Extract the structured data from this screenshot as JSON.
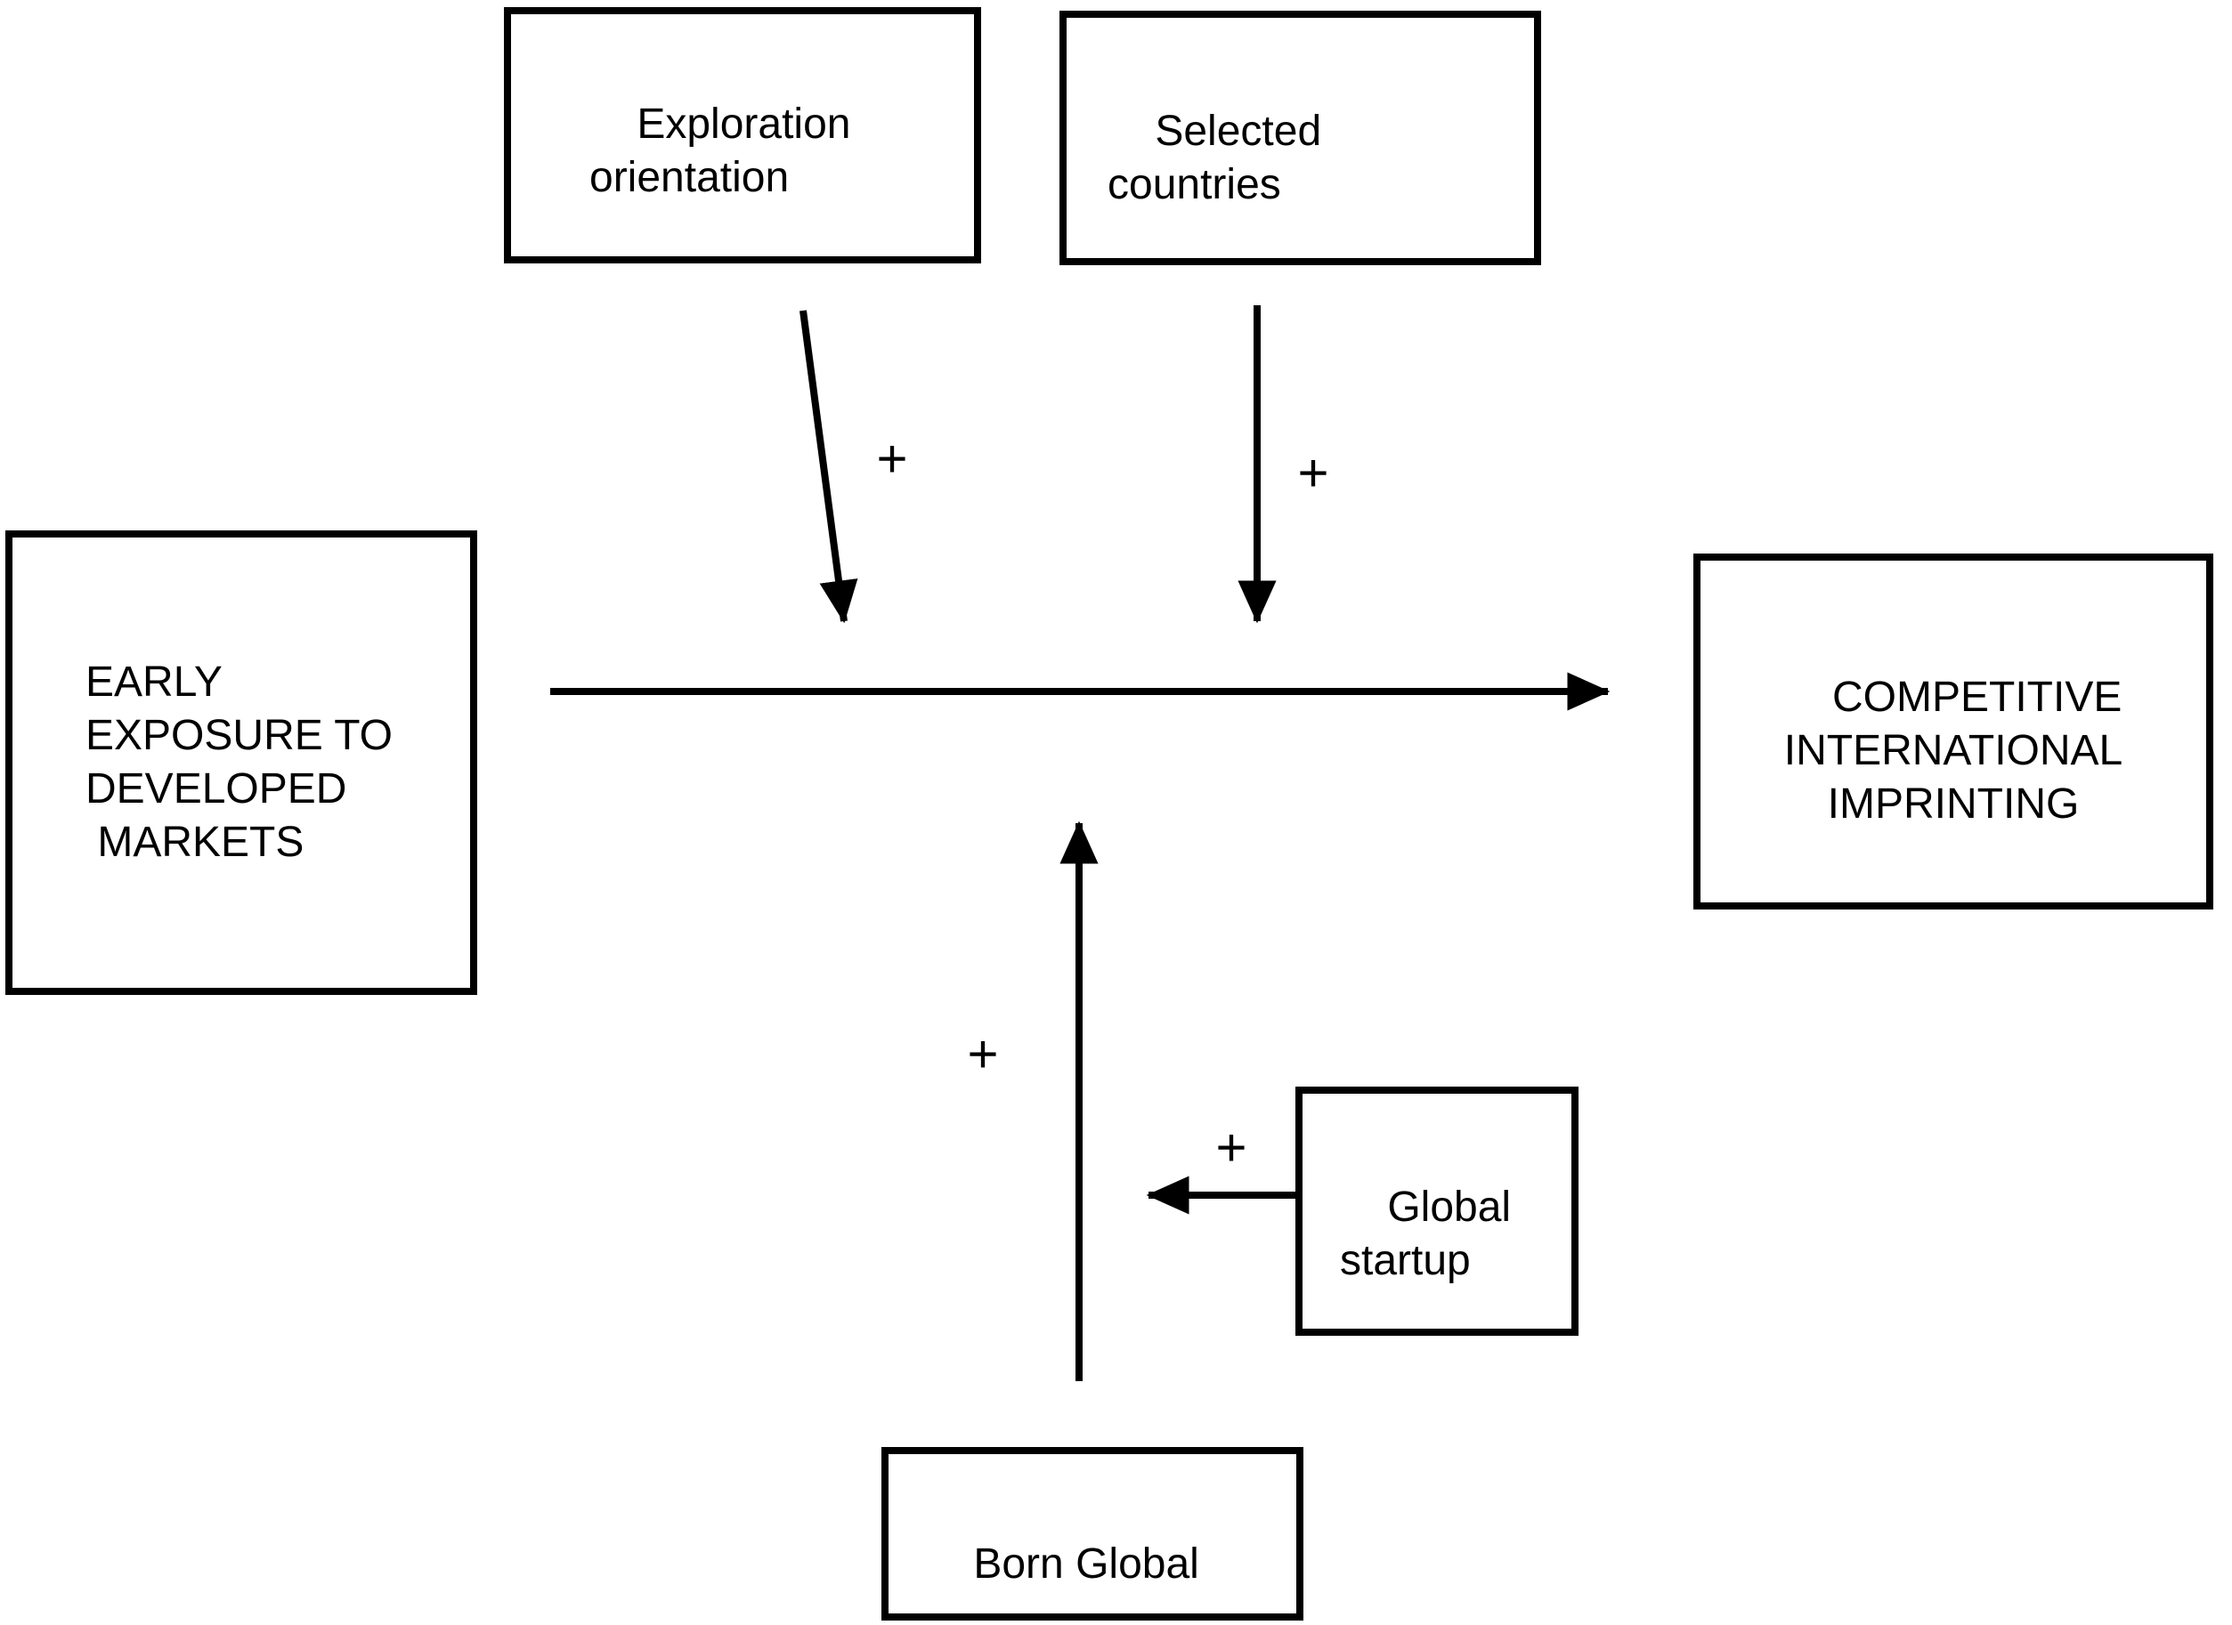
{
  "nodes": {
    "exploration": {
      "label": "Exploration\norientation"
    },
    "selected": {
      "label": "Selected\ncountries"
    },
    "early": {
      "label": "EARLY\nEXPOSURE TO\nDEVELOPED\n MARKETS"
    },
    "competitive": {
      "label": "COMPETITIVE\nINTERNATIONAL\nIMPRINTING"
    },
    "global": {
      "label": "Global\nstartup"
    },
    "born": {
      "label": "Born Global"
    }
  },
  "edges": {
    "exploration_moderator": {
      "sign": "+"
    },
    "selected_moderator": {
      "sign": "+"
    },
    "born_moderator": {
      "sign": "+"
    },
    "global_to_born": {
      "sign": "+"
    }
  },
  "colors": {
    "line": "#000000",
    "background": "#ffffff"
  }
}
